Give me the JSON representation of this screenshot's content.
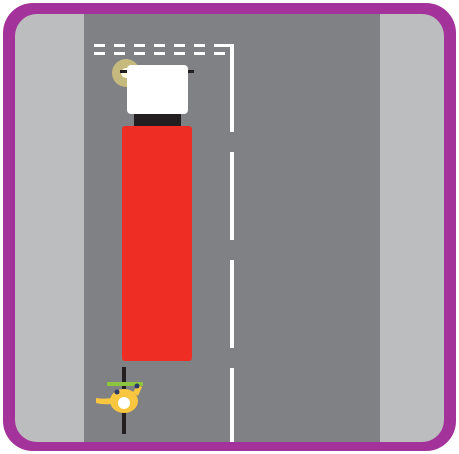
{
  "scene": {
    "frame_color": "#a3339a",
    "frame_inner_color": "#c05fb8",
    "pavement_color": "#bcbdbf",
    "road_color": "#808184",
    "lane_marking_color": "#ffffff",
    "truck": {
      "cab_color": "#ffffff",
      "trailer_color": "#ee2e24",
      "hitch_color": "#231f20",
      "indicator": "left",
      "indicator_color": "#ffe87a"
    },
    "cyclist": {
      "jacket_color": "#f9c640",
      "helmet_color": "#ffffff",
      "tyre_color": "#231f20",
      "handlebar_color": "#8cc63f"
    },
    "stop_line": "dashed-give-way",
    "lane_divider": "dashed-center"
  }
}
